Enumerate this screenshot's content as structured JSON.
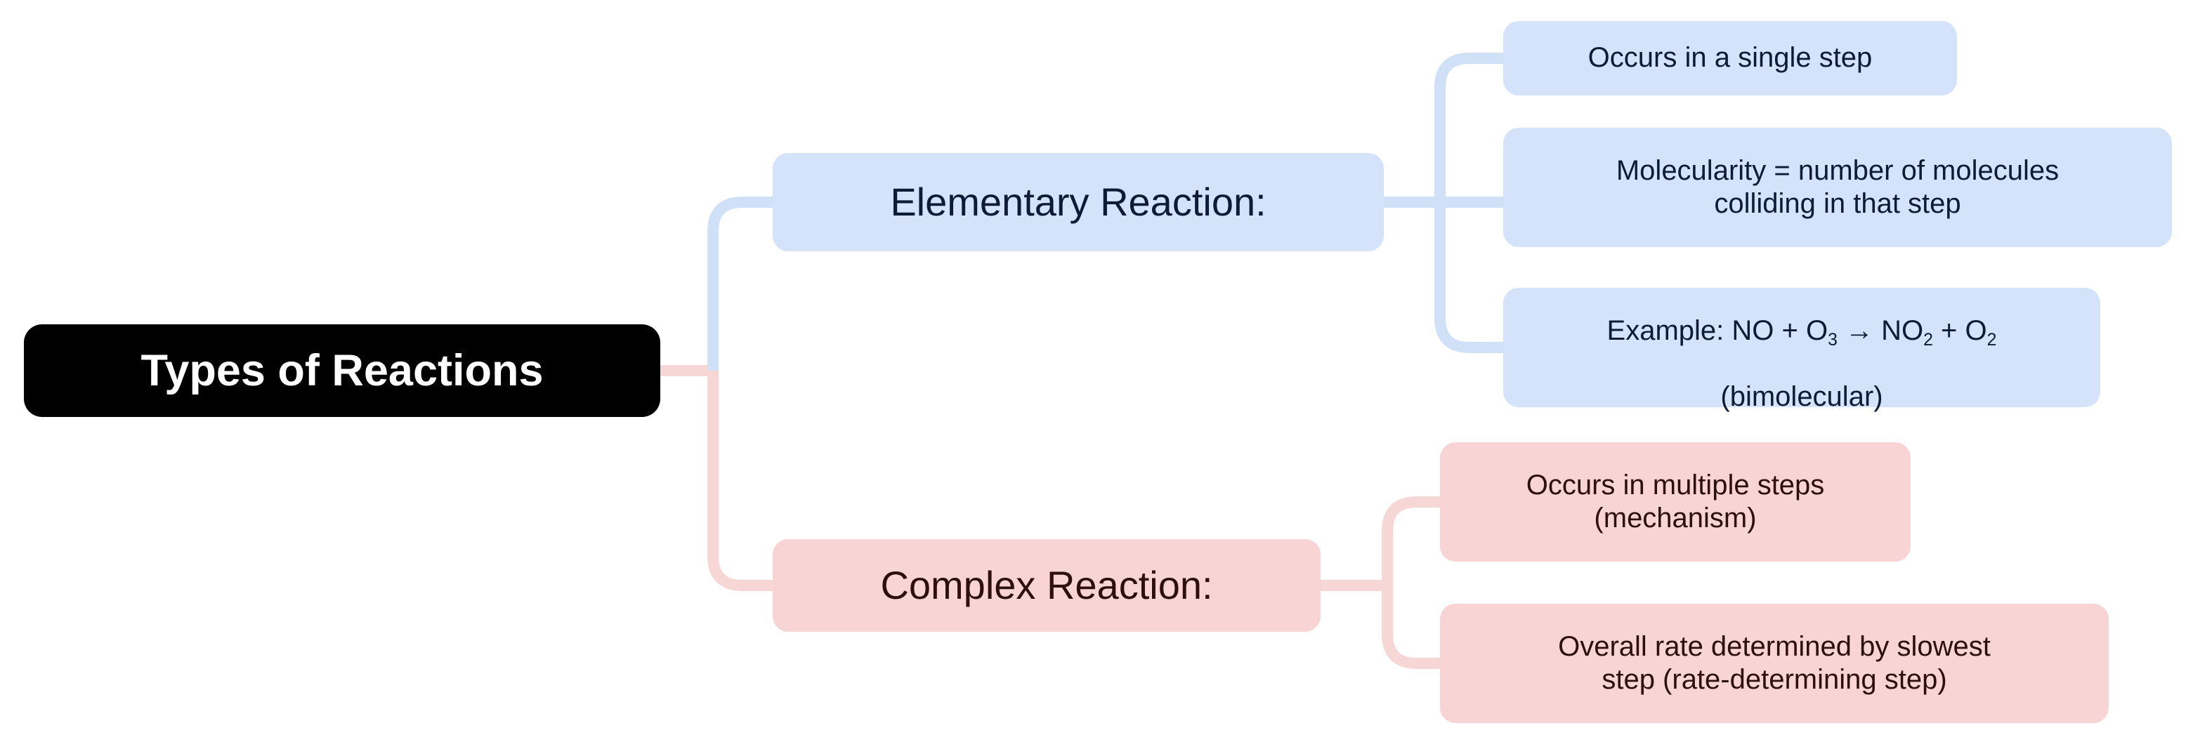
{
  "diagram": {
    "title": "Types of Reactions",
    "type": "mind-map",
    "background_color": "#ffffff",
    "colors": {
      "root_fill": "#000000",
      "root_text": "#ffffff",
      "blue_fill": "#d4e3f9",
      "blue_text": "#0d1b36",
      "pink_fill": "#f9d4d4",
      "pink_text": "#2d0f0d",
      "blue_edge": "#cfe0f7",
      "pink_edge": "#f7d6d6"
    }
  },
  "root": {
    "label": "Types of Reactions"
  },
  "branches": [
    {
      "id": "elementary",
      "label": "Elementary Reaction:",
      "color": "blue",
      "children": [
        {
          "id": "single-step",
          "label": "Occurs in a single step"
        },
        {
          "id": "molecularity",
          "label": "Molecularity = number of molecules\ncolliding in that step"
        },
        {
          "id": "example",
          "label": "Example: NO + O3 → NO2 + O2\n(bimolecular)",
          "rich": {
            "line1_parts": [
              {
                "text": "Example: NO + O"
              },
              {
                "text": "3",
                "sub": true
              },
              {
                "text": " → NO"
              },
              {
                "text": "2",
                "sub": true
              },
              {
                "text": " + O"
              },
              {
                "text": "2",
                "sub": true
              }
            ],
            "line2": "(bimolecular)"
          }
        }
      ]
    },
    {
      "id": "complex",
      "label": "Complex Reaction:",
      "color": "pink",
      "children": [
        {
          "id": "multiple-steps",
          "label": "Occurs in multiple steps\n(mechanism)"
        },
        {
          "id": "rate-determining",
          "label": "Overall rate determined by slowest\nstep (rate-determining step)"
        }
      ]
    }
  ]
}
